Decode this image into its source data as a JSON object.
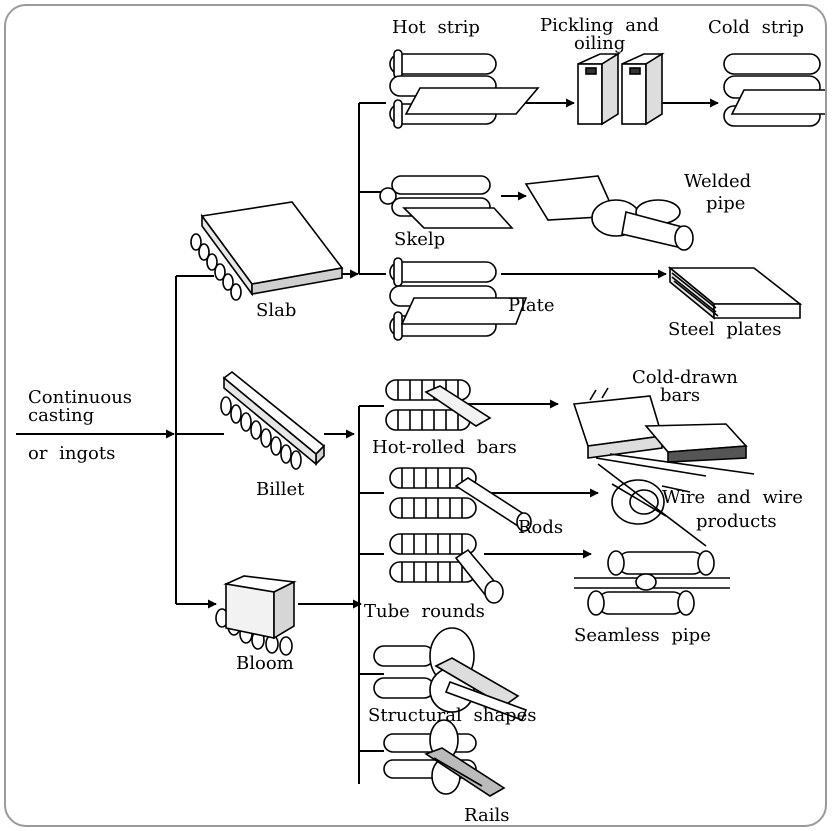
{
  "input": {
    "line1": "Continuous",
    "line2": "casting",
    "line3": "or ingots"
  },
  "semi_finished": {
    "slab": "Slab",
    "billet": "Billet",
    "bloom": "Bloom"
  },
  "mills": {
    "hot_strip": "Hot strip",
    "skelp": "Skelp",
    "plate": "Plate",
    "hot_rolled_bars": "Hot-rolled bars",
    "rods": "Rods",
    "tube_rounds": "Tube rounds",
    "structural_shapes": "Structural shapes",
    "rails": "Rails"
  },
  "products": {
    "pickling_line1": "Pickling and",
    "pickling_line2": "oiling",
    "cold_strip": "Cold strip",
    "welded_line1": "Welded",
    "welded_line2": "pipe",
    "steel_plates": "Steel plates",
    "cold_drawn_line1": "Cold-drawn",
    "cold_drawn_line2": "bars",
    "wire_line1": "Wire and wire",
    "wire_line2": "products",
    "seamless_pipe": "Seamless pipe"
  }
}
